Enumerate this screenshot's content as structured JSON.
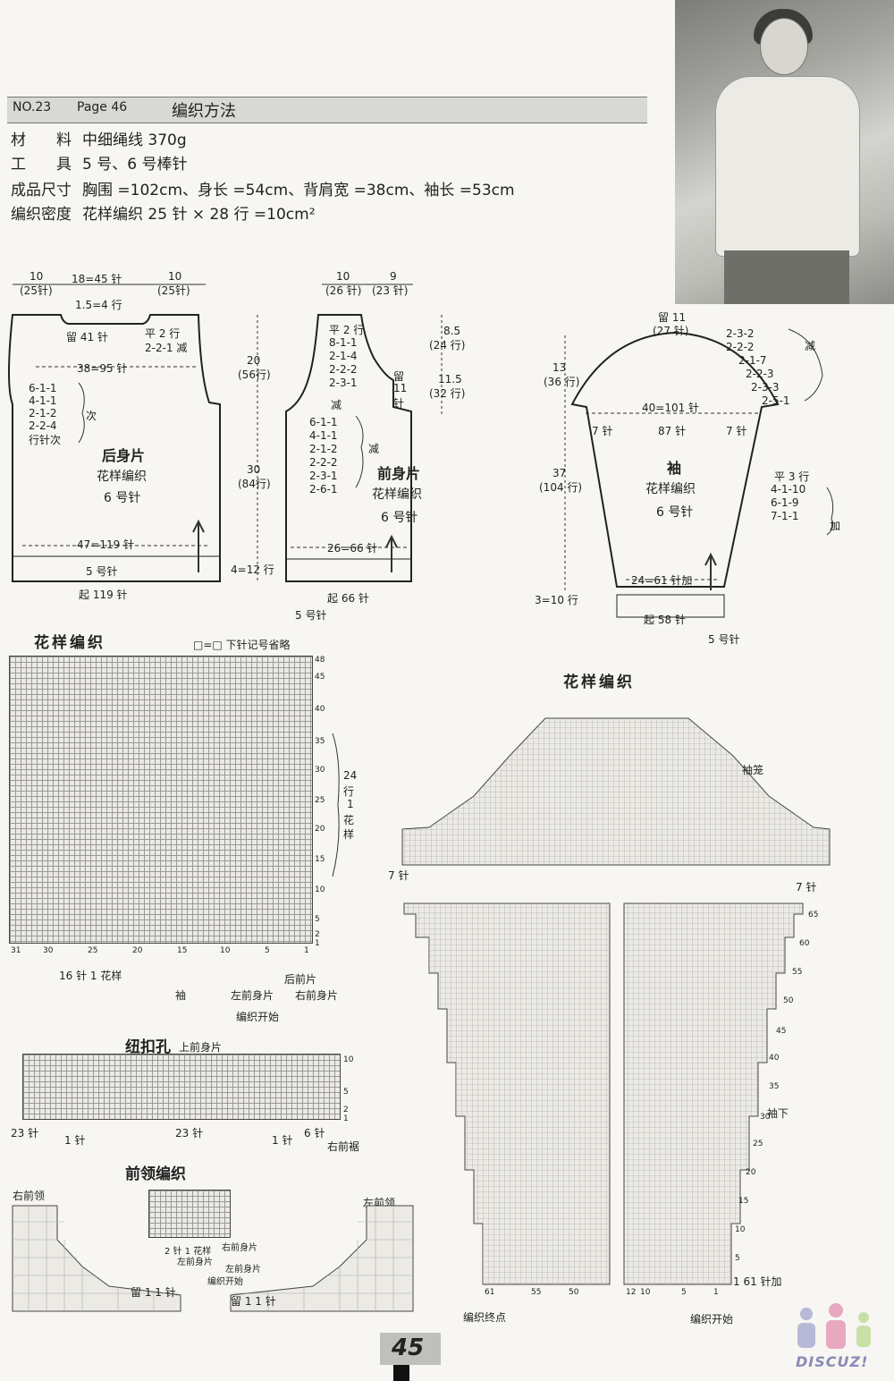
{
  "header": {
    "no": "NO.23",
    "page_ref": "Page 46",
    "title": "编织方法"
  },
  "specs": [
    {
      "label": "材　　料",
      "value": "中细绳线 370g"
    },
    {
      "label": "工　　具",
      "value": "5 号、6 号棒针"
    },
    {
      "label": "成品尺寸",
      "value": "胸围 =102cm、身长 =54cm、背肩宽 =38cm、袖长 =53cm"
    },
    {
      "label": "编织密度",
      "value": "花样编织  25 针 × 28 行 =10cm²"
    }
  ],
  "back": {
    "name": "后身片",
    "pattern": "花样编织",
    "needle": "6 号针",
    "top": [
      "10",
      "(25针)",
      "18=45 针",
      "10",
      "(25针)",
      "1.5=4 行"
    ],
    "keep": "留 41 针",
    "shoulder": [
      "平 2 行",
      "2-2-1 减"
    ],
    "width1": "38=95 针",
    "armhole": [
      "6-1-1",
      "4-1-1",
      "2-1-2",
      "2-2-4",
      "行针次"
    ],
    "armhole_note": "次",
    "width2": "47=119 针",
    "rib": "5 号针",
    "cast_on": "起 119 针",
    "height_a": [
      "20",
      "(56行)"
    ],
    "height_b": [
      "30",
      "(84行)"
    ],
    "height_c": "4=12 行"
  },
  "front": {
    "name": "前身片",
    "pattern": "花样编织",
    "needle": "6 号针",
    "top": [
      "10",
      "(26 针)",
      "9",
      "(23 针)"
    ],
    "neck": [
      "平 2 行",
      "8-1-1",
      "2-1-4",
      "2-2-2",
      "2-3-1"
    ],
    "neck_keep": [
      "留",
      "11",
      "针"
    ],
    "neck_height": [
      "8.5",
      "(24 行)",
      "11.5",
      "(32 行)"
    ],
    "dec_label": "减",
    "armhole": [
      "6-1-1",
      "4-1-1",
      "2-1-2",
      "2-2-2",
      "2-3-1",
      "2-6-1"
    ],
    "armhole_note": "减",
    "width": "26=66 针",
    "cast_on": "起 66 针",
    "rib": "5 号针"
  },
  "sleeve": {
    "name": "袖",
    "pattern": "花样编织",
    "needle": "6 号针",
    "keep": [
      "留 11",
      "(27 针)"
    ],
    "cap": [
      "2-3-2",
      "2-2-2",
      "2-1-7",
      "2-2-3",
      "2-3-3",
      "2-5-1"
    ],
    "cap_note": "减",
    "cap_height": [
      "13",
      "(36 行)"
    ],
    "width1": "40=101 针",
    "width2": "87 针",
    "side_left": "7 针",
    "side_right": "7 针",
    "length": [
      "37",
      "(104 行)"
    ],
    "inc": [
      "平 3 行",
      "4-1-10",
      "6-1-9",
      "7-1-1"
    ],
    "inc_note": "加",
    "cuff": "24=61 针加",
    "cuff_height": "3=10 行",
    "cast_on": "起 58 针",
    "rib": "5 号针"
  },
  "charts": {
    "pattern_title": "花样编织",
    "legend": "□=□ 下针记号省略",
    "rows_label": [
      "24",
      "行",
      "1",
      "花",
      "样"
    ],
    "row_ticks": [
      "48",
      "45",
      "40",
      "35",
      "30",
      "25",
      "20",
      "15",
      "10",
      "5",
      "2",
      "1"
    ],
    "col_ticks": [
      "31",
      "30",
      "25",
      "20",
      "15",
      "10",
      "5",
      "1"
    ],
    "repeat": "16 针 1 花样",
    "labels_bottom": [
      "后前片",
      "袖",
      "左前身片",
      "右前身片"
    ],
    "start": "编织开始",
    "buttonhole_title": "纽扣孔",
    "buttonhole_sub": "上前身片",
    "buttonhole_row_ticks": [
      "10",
      "5",
      "2",
      "1"
    ],
    "buttonhole_labels": [
      "23 针",
      "1 针",
      "23 针",
      "1 针",
      "6 针",
      "右前裾"
    ],
    "neck_title": "前领编织",
    "neck_right": "右前领",
    "neck_left": "左前领",
    "neck_keep_r": "留 1 1 针",
    "neck_keep_l": "留 1 1 针",
    "neck_mid_labels": [
      "2 针 1 花样",
      "左前身片",
      "右前身片",
      "编织开始"
    ],
    "sleeve_chart_title": "花样编织",
    "cap_label": "袖笼",
    "cap_side_l": "7 针",
    "cap_side_r": "7 针",
    "sleeve_lower": "袖下",
    "sleeve_inc": "1 61 针加",
    "sleeve_row_ticks": [
      "65",
      "60",
      "55",
      "50",
      "45",
      "40",
      "35",
      "30",
      "25",
      "20",
      "15",
      "10",
      "5"
    ],
    "sleeve_col_ticks": [
      "61",
      "55",
      "50",
      "12",
      "10",
      "5",
      "1"
    ],
    "end": "编织终点",
    "start2": "编织开始"
  },
  "footer": {
    "page": "45",
    "logo": "DISCUZ!"
  }
}
